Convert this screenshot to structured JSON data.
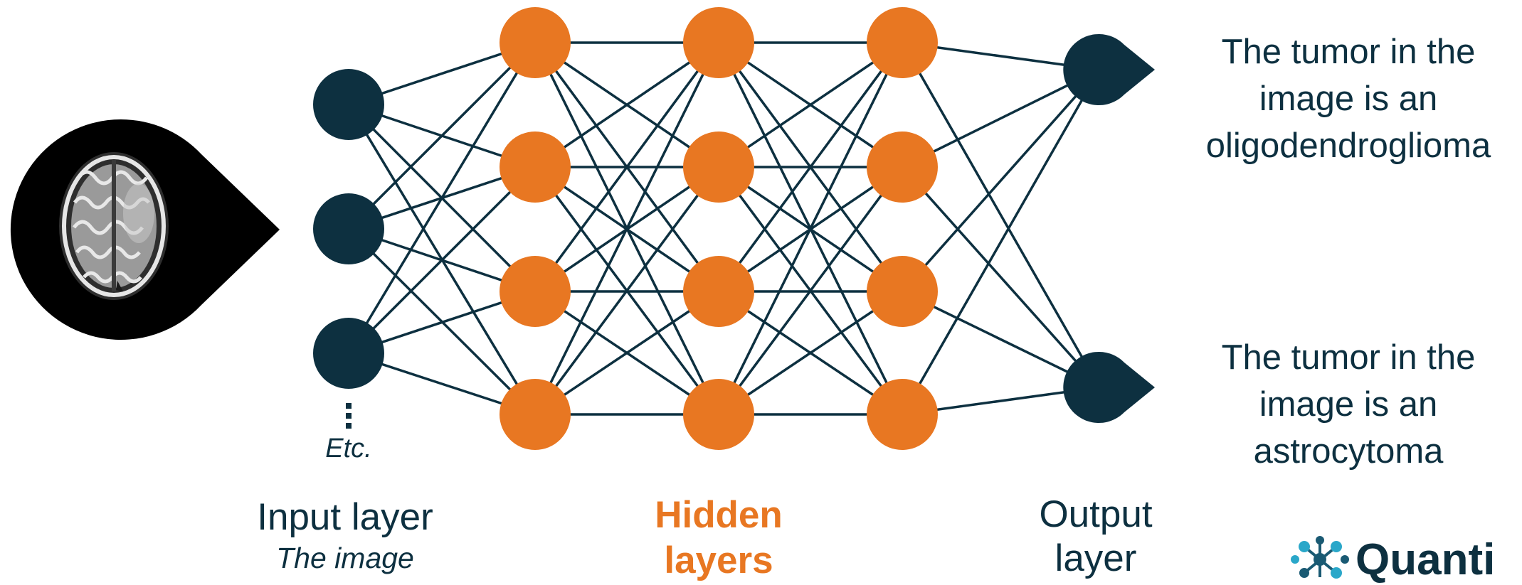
{
  "colors": {
    "dark_node": "#0d3040",
    "hidden_node": "#e87722",
    "edge": "#0d3040",
    "scan_bg": "#000000"
  },
  "input_layer": {
    "title": "Input layer",
    "subtitle": "The image",
    "ellipsis": "Etc.",
    "node_count": 3
  },
  "hidden_layers": {
    "title_line1": "Hidden",
    "title_line2": "layers",
    "layer_count": 3,
    "nodes_per_layer": 4
  },
  "output_layer": {
    "title_line1": "Output",
    "title_line2": "layer",
    "node_count": 2,
    "outputs": [
      {
        "line1": "The tumor in the",
        "line2": "image is an",
        "line3": "oligodendroglioma"
      },
      {
        "line1": "The tumor in the",
        "line2": "image is an",
        "line3": "astrocytoma"
      }
    ]
  },
  "input_image": {
    "icon": "brain-mri-icon"
  },
  "logo": {
    "text": "Quanti",
    "icon": "quanti-logo-icon"
  }
}
